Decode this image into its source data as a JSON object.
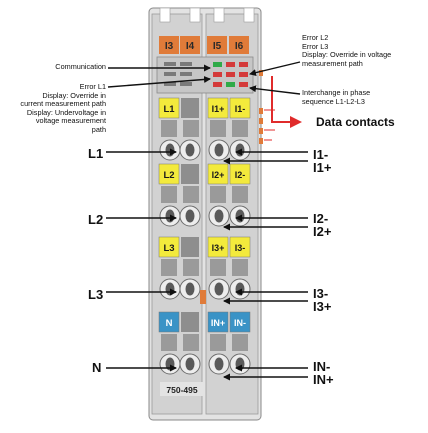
{
  "module": {
    "model": "750-495",
    "top_terminals": [
      "I3",
      "I4",
      "I5",
      "I6"
    ],
    "groups": [
      {
        "left": "L1",
        "right_a": "I1+",
        "right_b": "I1-"
      },
      {
        "left": "L2",
        "right_a": "I2+",
        "right_b": "I2-"
      },
      {
        "left": "L3",
        "right_a": "I3+",
        "right_b": "I3-"
      },
      {
        "left": "N",
        "right_a": "IN+",
        "right_b": "IN-"
      }
    ]
  },
  "left_labels": {
    "communication": "Communication",
    "error_l1": [
      "Error L1",
      "Display: Override in",
      "current measurement path",
      "Display: Undervoltage in",
      "voltage measurement",
      "path"
    ]
  },
  "right_labels": {
    "errors": [
      "Error L2",
      "Error L3",
      "Display: Override in voltage",
      "measurement path"
    ],
    "interchange": [
      "Interchange in phase",
      "sequence L1-L2-L3"
    ],
    "data_contacts": "Data contacts"
  },
  "phase_inputs": [
    "L1",
    "L2",
    "L3",
    "N"
  ],
  "current_outputs": [
    [
      "I1-",
      "I1+"
    ],
    [
      "I2-",
      "I2+"
    ],
    [
      "I3-",
      "I3+"
    ],
    [
      "IN-",
      "IN+"
    ]
  ],
  "colors": {
    "module_body": "#d9d9d9",
    "module_outline": "#8a8a8a",
    "terminal_orange": "#e07b39",
    "terminal_yellow": "#f3ea3c",
    "terminal_blue": "#3a93c6",
    "data_contact_red": "#e02b2b",
    "arrow": "#111111"
  }
}
